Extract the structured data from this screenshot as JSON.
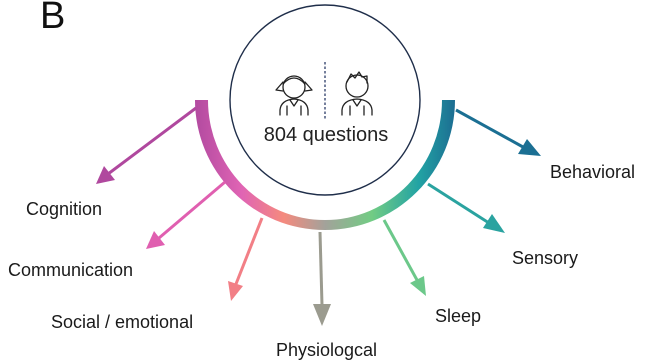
{
  "panel_label": "B",
  "center": {
    "text": "804 questions",
    "icons": [
      "girl-icon",
      "boy-icon"
    ]
  },
  "categories": [
    {
      "key": "cognition",
      "label": "Cognition",
      "color": "#b0489e"
    },
    {
      "key": "communication",
      "label": "Communication",
      "color": "#e05fb0"
    },
    {
      "key": "social",
      "label": "Social / emotional",
      "color": "#f27f86"
    },
    {
      "key": "physiological",
      "label": "Physiologcal",
      "color": "#9b9b8f"
    },
    {
      "key": "sleep",
      "label": "Sleep",
      "color": "#6cc88a"
    },
    {
      "key": "sensory",
      "label": "Sensory",
      "color": "#2aa3a0"
    },
    {
      "key": "behavioral",
      "label": "Behavioral",
      "color": "#1b6f93"
    }
  ]
}
